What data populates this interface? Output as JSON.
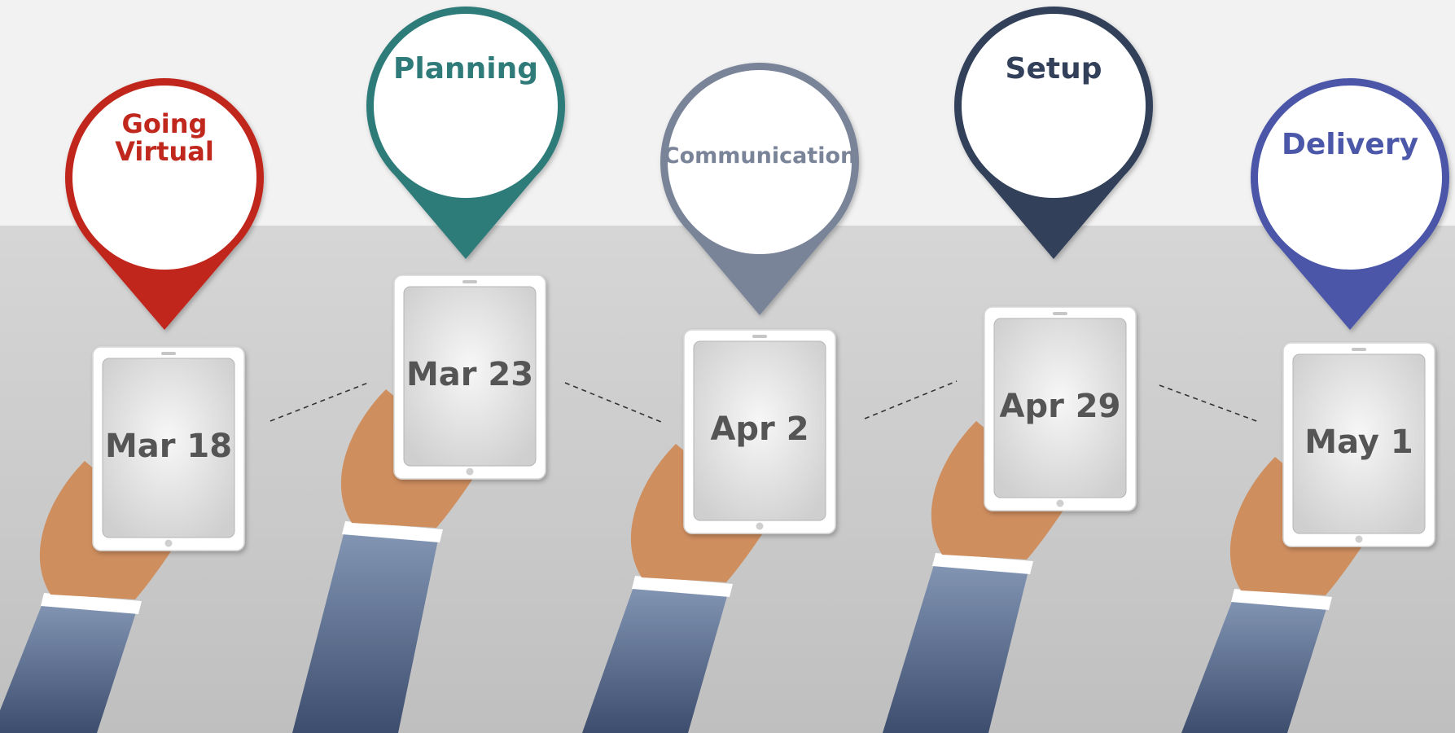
{
  "milestones": [
    {
      "label": "Going Virtual",
      "label_lines": [
        "Going",
        "Virtual"
      ],
      "date": "Mar 18",
      "color": "#c0281e"
    },
    {
      "label": "Planning",
      "label_lines": [
        "Planning"
      ],
      "date": "Mar 23",
      "color": "#2f7b7a"
    },
    {
      "label": "Communication",
      "label_lines": [
        "Communication"
      ],
      "date": "Apr 2",
      "color": "#7a8498"
    },
    {
      "label": "Setup",
      "label_lines": [
        "Setup"
      ],
      "date": "Apr 29",
      "color": "#33405a"
    },
    {
      "label": "Delivery",
      "label_lines": [
        "Delivery"
      ],
      "date": "May 1",
      "color": "#4b57a8"
    }
  ],
  "colors": {
    "skin": "#cf8e5e",
    "sleeve_top": "#8497b5",
    "sleeve_bottom": "#3d4d6e",
    "cuff": "#ffffff",
    "tablet_frame": "#ffffff",
    "tablet_screen": "#dcdcdc",
    "connector": "#333333"
  }
}
